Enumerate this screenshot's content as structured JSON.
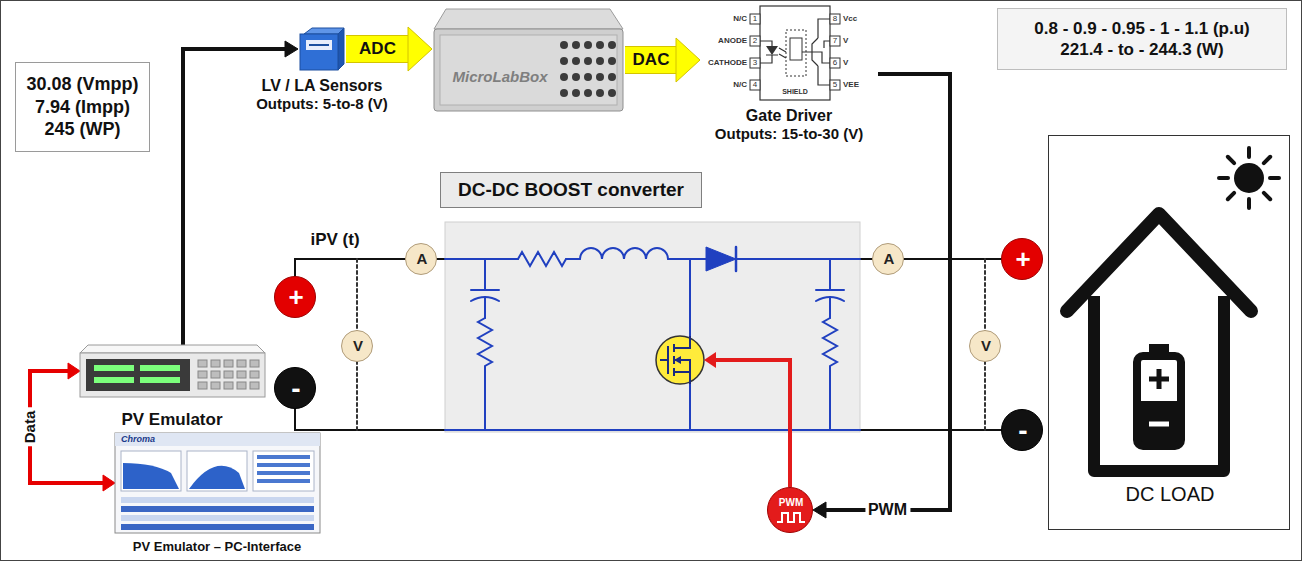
{
  "diagram": {
    "nodes": [
      {
        "text": [
          "LV / LA Sensors",
          "Outputs: 5-to-8 (V)"
        ]
      },
      {
        "text": [
          "MicroLabBox"
        ]
      },
      {
        "text": [
          "Gate Driver",
          "Outputs: 15-to-30 (V)"
        ]
      },
      {
        "text": [
          "0.8 - 0.9 - 0.95 - 1 - 1.1 (p.u)",
          "221.4 - to - 244.3 (W)"
        ]
      },
      {
        "text": [
          "30.08 (Vmpp)",
          "7.94 (Impp)",
          "245 (WP)"
        ]
      },
      {
        "text": [
          "DC-DC BOOST converter"
        ]
      },
      {
        "text": [
          "+"
        ]
      },
      {
        "text": [
          "A"
        ]
      },
      {
        "text": [
          "V"
        ]
      },
      {
        "text": [
          "-"
        ]
      },
      {
        "text": [
          "PV Emulator"
        ]
      },
      {
        "text": [
          "A"
        ]
      },
      {
        "text": [
          "+"
        ]
      },
      {
        "text": [
          "V"
        ]
      },
      {
        "text": [
          "-"
        ]
      },
      {
        "text": [
          "DC LOAD"
        ]
      },
      {
        "text": [
          "PWM"
        ]
      },
      {
        "text": [
          "PV Emulator – PC-Interface"
        ]
      }
    ],
    "edges": [
      {
        "from": 0,
        "to": 1,
        "arrow": "to",
        "label": "ADC"
      },
      {
        "from": 1,
        "to": 2,
        "arrow": "to",
        "label": "DAC"
      },
      {
        "from": 2,
        "to": 16,
        "arrow": "to",
        "label": "PWM"
      },
      {
        "from": 10,
        "to": 0,
        "arrow": "to"
      },
      {
        "from": 10,
        "to": 17,
        "arrow": "both",
        "label": "Data"
      }
    ],
    "labels": [
      "iPV (t)",
      "N/C",
      "ANODE",
      "CATHODE",
      "N/C",
      "1",
      "2",
      "3",
      "4",
      "8",
      "7",
      "6",
      "5",
      "Vcc",
      "V",
      "V",
      "VEE",
      "SHIELD",
      "Chroma"
    ]
  }
}
